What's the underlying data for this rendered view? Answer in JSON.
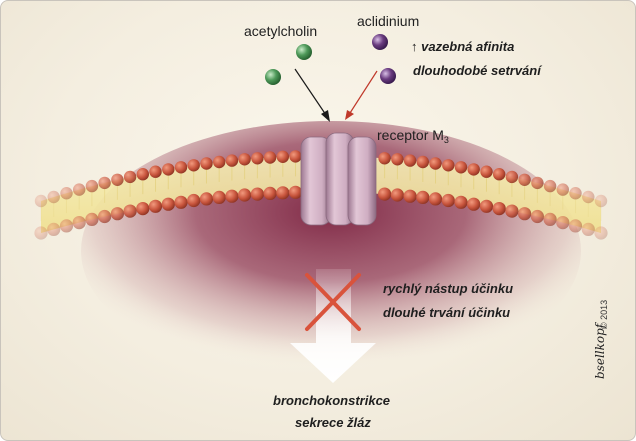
{
  "labels": {
    "acetylcholine": "acetylcholin",
    "aclidinium": "aclidinium",
    "affinity": "↑ vazebná afinita",
    "retention": "dlouhodobé setrvání",
    "receptor": "receptor M",
    "receptor_subscript": "3",
    "onset": "rychlý nástup účinku",
    "duration": "dlouhé trvání účinku",
    "bronchoconstriction": "bronchokonstrikce",
    "secretion": "sekrece žláz",
    "copyright": "© 2013",
    "signature": "bsellkopf"
  },
  "colors": {
    "acetylcholine_ball": "#4f9a5a",
    "aclidinium_ball": "#6a3c80",
    "acetylcholine_arrow": "#1a1a1a",
    "aclidinium_arrow": "#c0392b",
    "membrane_bead": "#c8553d",
    "membrane_core": "#f3e7a1",
    "receptor": "#cfaec2",
    "cross": "#d9533c",
    "cytoplasm": "#7a1f3e"
  }
}
